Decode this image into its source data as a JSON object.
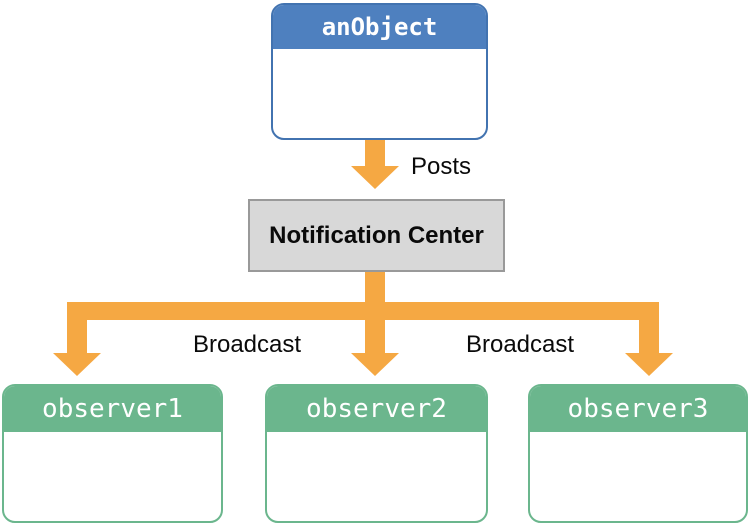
{
  "colors": {
    "arrow": "#F5A843",
    "object_header": "#4E80BF",
    "object_border": "#4273B0",
    "observer_header": "#6BB68D",
    "observer_border": "#6BB68D",
    "center_bg": "#D8D8D8",
    "center_border": "#999999"
  },
  "object_box": {
    "title": "anObject"
  },
  "notification_center": {
    "title": "Notification Center"
  },
  "labels": {
    "posts": "Posts",
    "broadcast": "Broadcast"
  },
  "observers": [
    {
      "title": "observer1"
    },
    {
      "title": "observer2"
    },
    {
      "title": "observer3"
    }
  ]
}
